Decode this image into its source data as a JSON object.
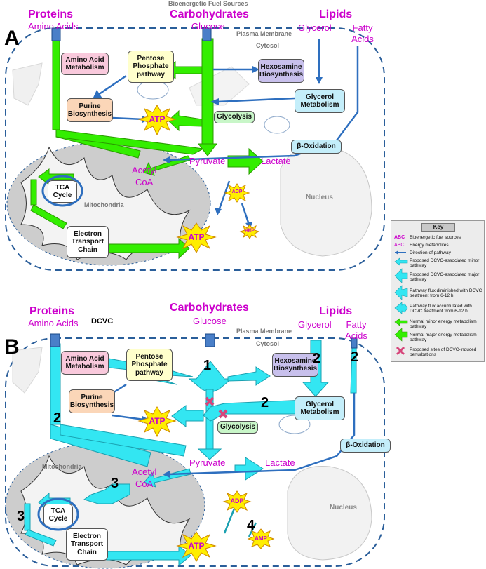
{
  "header": {
    "source_label": "Bioenergetic Fuel Sources"
  },
  "panels": [
    {
      "letter": "A",
      "proteins": "Proteins",
      "amino_acids": "Amino Acids",
      "carbohydrates": "Carbohydrates",
      "glucose": "Glucose",
      "lipids": "Lipids",
      "glycerol": "Glycerol",
      "fatty_acids": "Fatty Acids",
      "plasma_membrane": "Plasma Membrane",
      "cytosol": "Cytosol",
      "amino_acid_metabolism": "Amino Acid Metabolism",
      "pentose_phosphate": "Pentose Phosphate pathway",
      "hexosamine": "Hexosamine Biosynthesis",
      "purine": "Purine Biosynthesis",
      "glycerol_metabolism": "Glycerol Metabolism",
      "glycolysis": "Glycolysis",
      "beta_oxidation": "β-Oxidation",
      "pyruvate": "Pyruvate",
      "lactate": "Lactate",
      "acetyl": "Acetyl",
      "coa": "CoA",
      "tca": "TCA Cycle",
      "mitochondria": "Mitochondria",
      "etc": "Electron Transport Chain",
      "atp": "ATP",
      "adp": "ADP",
      "amp": "AMP",
      "nucleus": "Nucleus"
    },
    {
      "letter": "B",
      "dcvc": "DCVC",
      "proteins": "Proteins",
      "amino_acids": "Amino Acids",
      "carbohydrates": "Carbohydrates",
      "glucose": "Glucose",
      "lipids": "Lipids",
      "glycerol": "Glycerol",
      "fatty_acids": "Fatty Acids",
      "plasma_membrane": "Plasma Membrane",
      "cytosol": "Cytosol",
      "amino_acid_metabolism": "Amino Acid Metabolism",
      "pentose_phosphate": "Pentose Phosphate pathway",
      "hexosamine": "Hexosamine Biosynthesis",
      "purine": "Purine Biosynthesis",
      "glycerol_metabolism": "Glycerol Metabolism",
      "glycolysis": "Glycolysis",
      "beta_oxidation": "β-Oxidation",
      "pyruvate": "Pyruvate",
      "lactate": "Lactate",
      "acetyl": "Acetyl",
      "coa": "CoA",
      "tca": "TCA Cycle",
      "mitochondria": "Mitochondria",
      "etc": "Electron Transport Chain",
      "atp": "ATP",
      "adp": "ADP",
      "amp": "AMP",
      "nucleus": "Nucleus",
      "numbers": [
        "1",
        "2",
        "2",
        "2",
        "2",
        "3",
        "3",
        "4"
      ]
    }
  ],
  "key": {
    "title": "Key",
    "abc": "ABC",
    "items": [
      "Bioenergetic fuel sources",
      "Energy metabolites",
      "Direction of pathway",
      "Proposed DCVC-associated minor pathway",
      "Proposed DCVC-associated major pathway",
      "Pathway flux diminished with DCVC treatment from 6-12 h",
      "Pathway flux accumulated with DCVC treatment from 6-12 h",
      "Normal minor energy metabolism pathway",
      "Normal major energy metabolism pathway",
      "Proposed sites of DCVC-induced perturbations"
    ]
  },
  "colors": {
    "green": "#33ee00",
    "cyan": "#33e6f2",
    "blue": "#2e6fbf",
    "magenta": "#cc00cc",
    "atp_star": "#ffee00",
    "pink_x": "#d6457a"
  }
}
